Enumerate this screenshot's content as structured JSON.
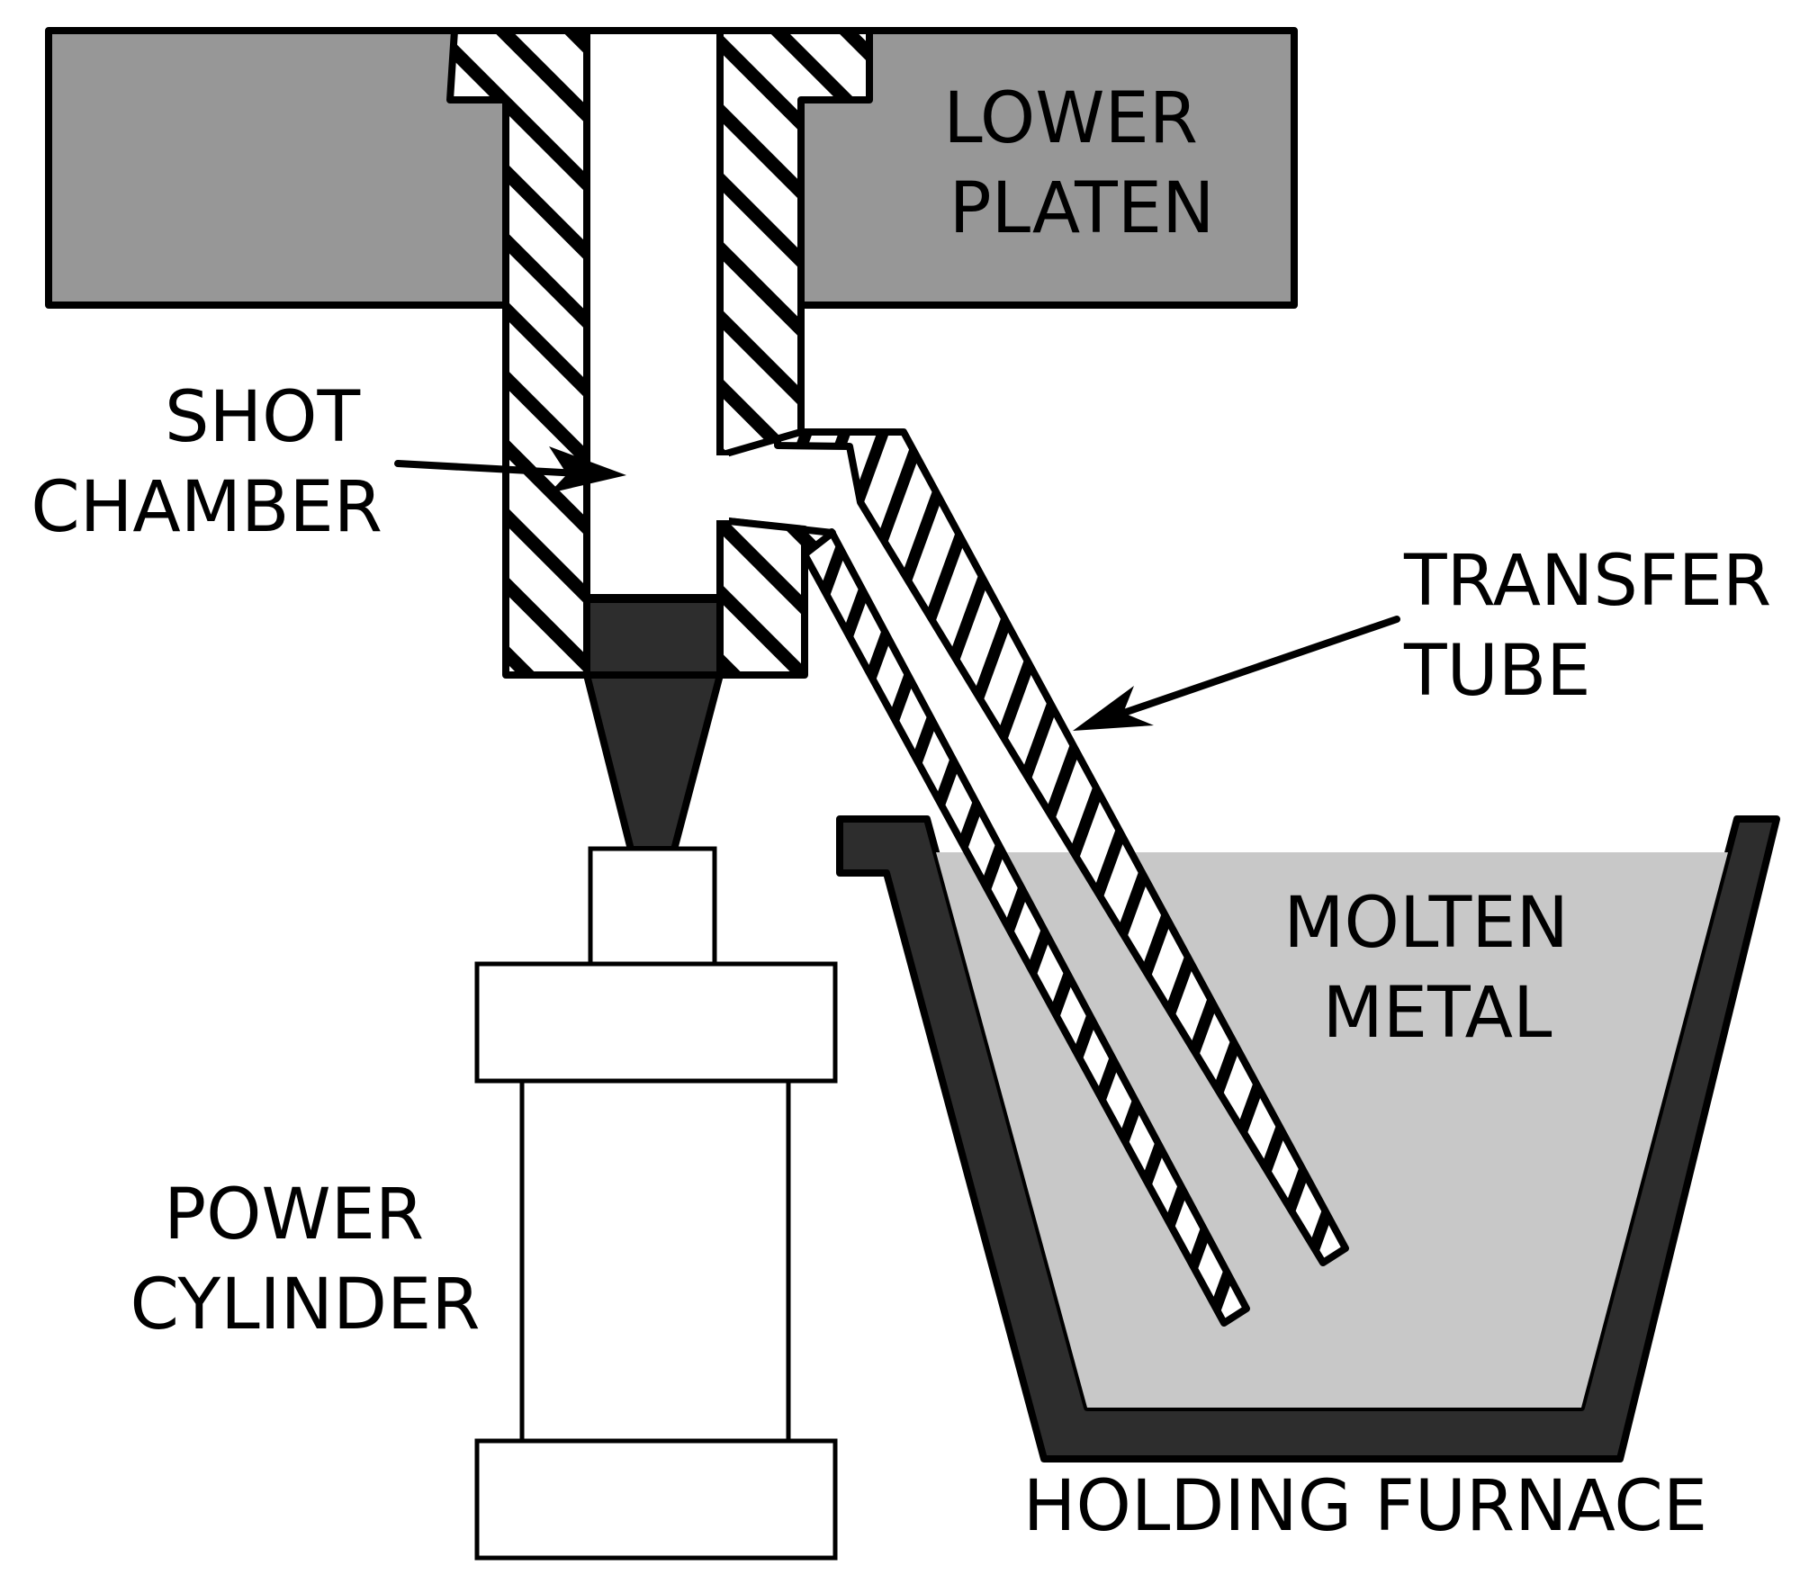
{
  "labels": {
    "lower_platen": [
      "LOWER",
      "PLATEN"
    ],
    "shot_chamber": [
      "SHOT",
      "CHAMBER"
    ],
    "transfer_tube": [
      "TRANSFER",
      "TUBE"
    ],
    "molten_metal": [
      "MOLTEN",
      "METAL"
    ],
    "power_cylinder": [
      "POWER",
      "CYLINDER"
    ],
    "holding_furnace": "HOLDING FURNACE"
  },
  "colors": {
    "platen": "#979797",
    "molten_metal": "#c8c8c8",
    "furnace_wall": "#2d2d2d",
    "plunger": "#2d2d2d",
    "outline": "#000000",
    "background": "#ffffff"
  }
}
